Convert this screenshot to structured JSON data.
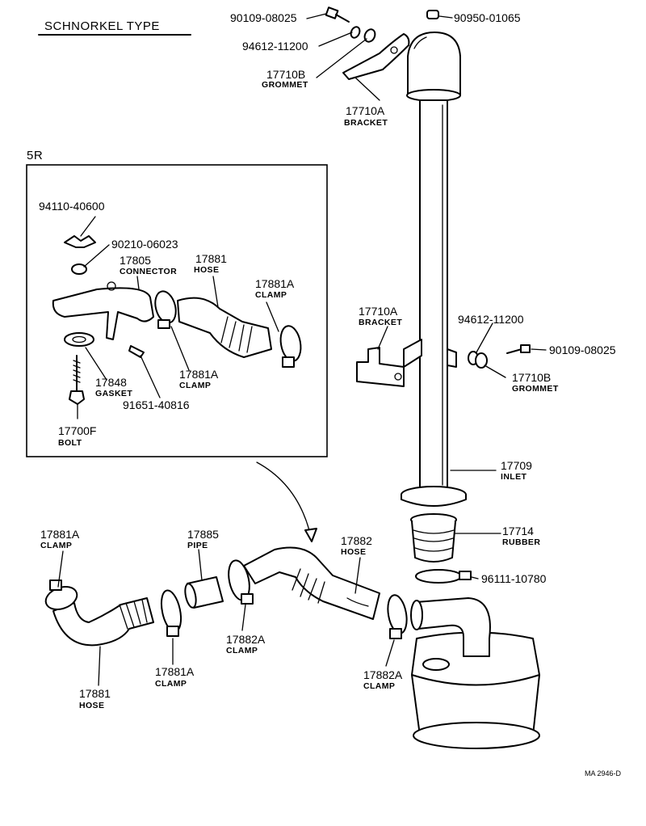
{
  "title": "SCHNORKEL TYPE",
  "inset_title": "5R",
  "reference_code": "MA 2946-D",
  "callouts": {
    "p90109_top": {
      "number": "90109-08025"
    },
    "p90950": {
      "number": "90950-01065"
    },
    "p94612_top": {
      "number": "94612-11200"
    },
    "grommet_top": {
      "number": "17710B",
      "label": "GROMMET"
    },
    "bracket_top": {
      "number": "17710A",
      "label": "BRACKET"
    },
    "p94110": {
      "number": "94110-40600"
    },
    "p90210": {
      "number": "90210-06023"
    },
    "connector": {
      "number": "17805",
      "label": "CONNECTOR"
    },
    "hose_inset": {
      "number": "17881",
      "label": "HOSE"
    },
    "clamp_inset_a": {
      "number": "17881A",
      "label": "CLAMP"
    },
    "clamp_inset_b": {
      "number": "17881A",
      "label": "CLAMP"
    },
    "gasket": {
      "number": "17848",
      "label": "GASKET"
    },
    "p91651": {
      "number": "91651-40816"
    },
    "bolt": {
      "number": "17700F",
      "label": "BOLT"
    },
    "bracket_mid": {
      "number": "17710A",
      "label": "BRACKET"
    },
    "p94612_mid": {
      "number": "94612-11200"
    },
    "p90109_mid": {
      "number": "90109-08025"
    },
    "grommet_mid": {
      "number": "17710B",
      "label": "GROMMET"
    },
    "inlet": {
      "number": "17709",
      "label": "INLET"
    },
    "rubber": {
      "number": "17714",
      "label": "RUBBER"
    },
    "p96111": {
      "number": "96111-10780"
    },
    "clamp_left": {
      "number": "17881A",
      "label": "CLAMP"
    },
    "pipe": {
      "number": "17885",
      "label": "PIPE"
    },
    "hose_main": {
      "number": "17882",
      "label": "HOSE"
    },
    "clamp_mid_lower": {
      "number": "17881A",
      "label": "CLAMP"
    },
    "clamp_17882a_left": {
      "number": "17882A",
      "label": "CLAMP"
    },
    "clamp_17882a_right": {
      "number": "17882A",
      "label": "CLAMP"
    },
    "hose_lower": {
      "number": "17881",
      "label": "HOSE"
    }
  }
}
